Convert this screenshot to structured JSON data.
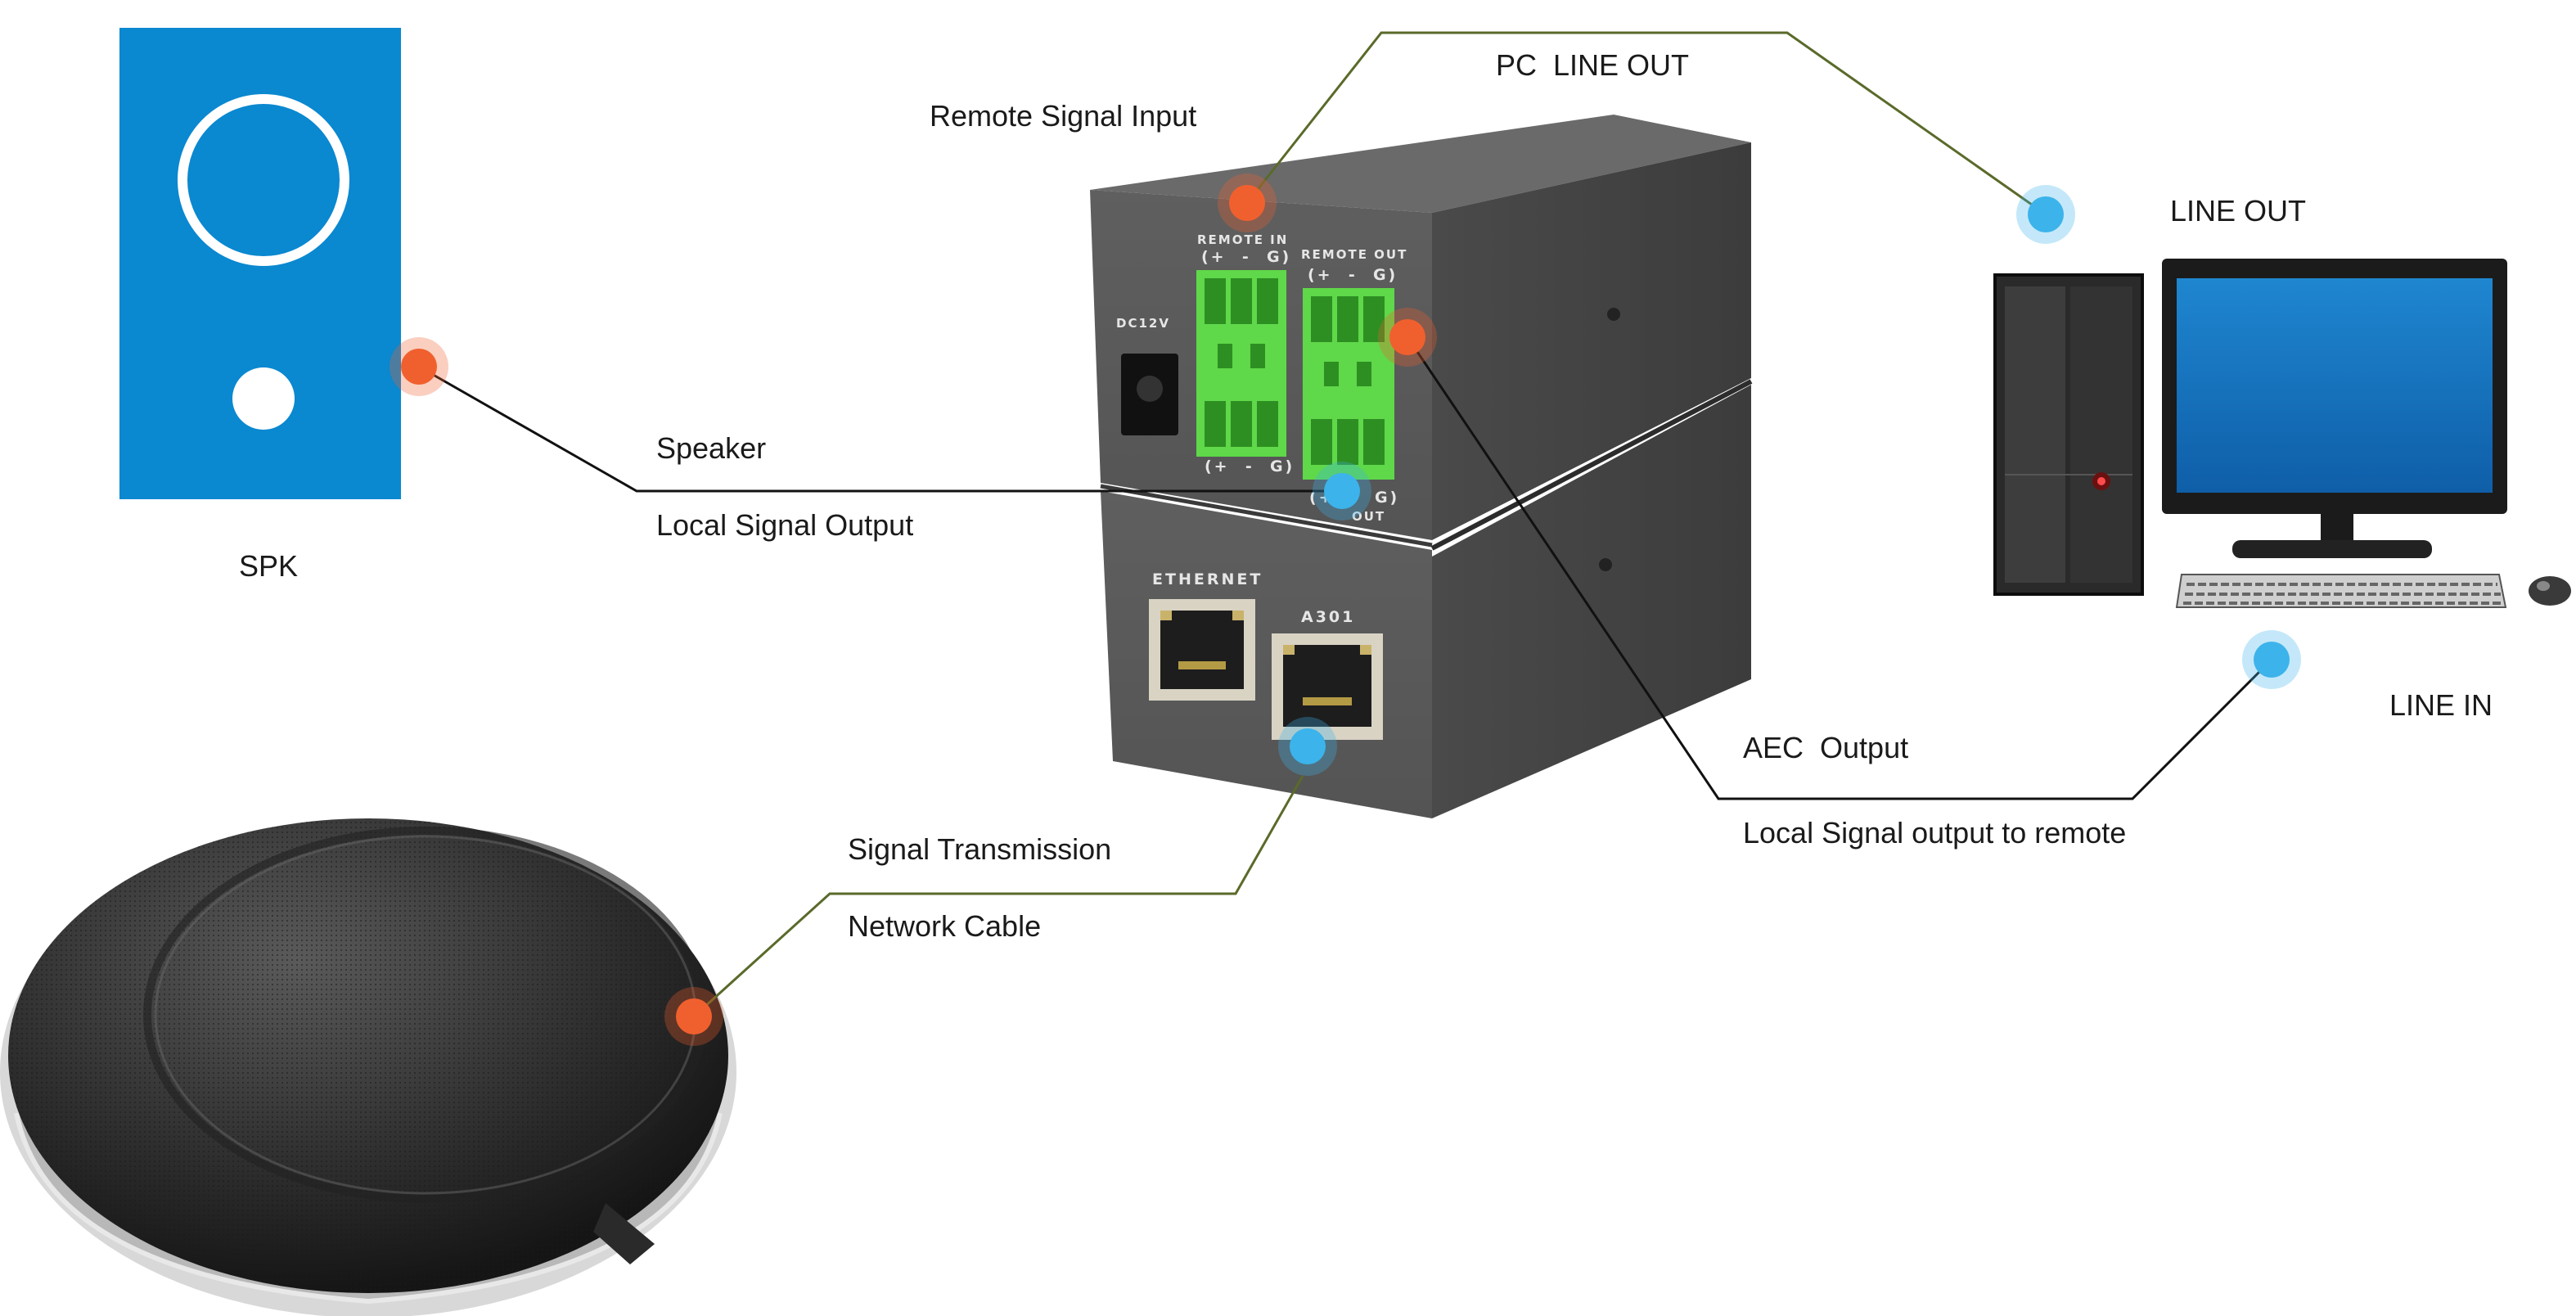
{
  "labels": {
    "spk": "SPK",
    "speaker": "Speaker",
    "local_signal_output": "Local Signal Output",
    "remote_signal_input": "Remote Signal Input",
    "pc_line_out": "PC  LINE OUT",
    "line_out": "LINE OUT",
    "line_in": "LINE IN",
    "aec_output": "AEC  Output",
    "local_signal_output_to_remote": "Local Signal output to remote",
    "signal_transmission": "Signal Transmission",
    "network_cable": "Network Cable"
  },
  "device_panel": {
    "remote_in": "REMOTE IN",
    "remote_out": "REMOTE OUT",
    "polarity_top_left": "(+  -  G)",
    "polarity_top_right": "(+  -  G)",
    "polarity_bottom_left": "(+  -  G)",
    "polarity_bottom_right": "(+  -  G)",
    "out_label": "OUT",
    "dc": "DC12V",
    "ethernet": "ETHERNET",
    "a301": "A301"
  },
  "colors": {
    "red_marker": "#f0602e",
    "blue_marker": "#3cb3ea",
    "olive_line": "#5a6a2a",
    "black_line": "#111111",
    "speaker_panel": "#0a88d0",
    "terminal_green": "#5fd84a"
  }
}
